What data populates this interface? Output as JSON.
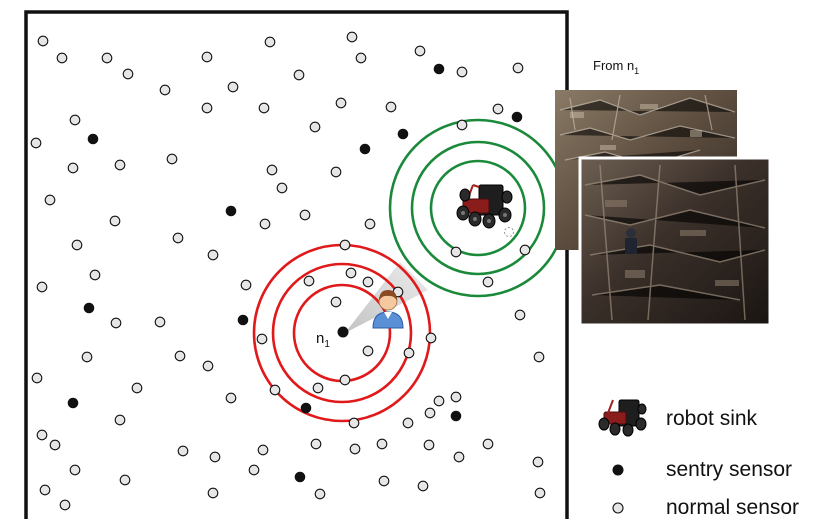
{
  "photos_label": {
    "text": "From n",
    "sub": "1"
  },
  "node_label": {
    "text": "n",
    "sub": "1"
  },
  "legend": {
    "robot_sink": "robot sink",
    "sentry_sensor": "sentry sensor",
    "normal_sensor": "normal sensor"
  },
  "colors": {
    "border": "#111111",
    "normal_fill": "#e6e6e6",
    "sentry_fill": "#111111",
    "detector_rings": "#e0191b",
    "robot_rings": "#1a8a3a",
    "camera_cone": "#c8c8c8"
  },
  "icons": {
    "robot": "robot-sink-icon",
    "person": "person-icon",
    "photo": "disaster-photo"
  }
}
